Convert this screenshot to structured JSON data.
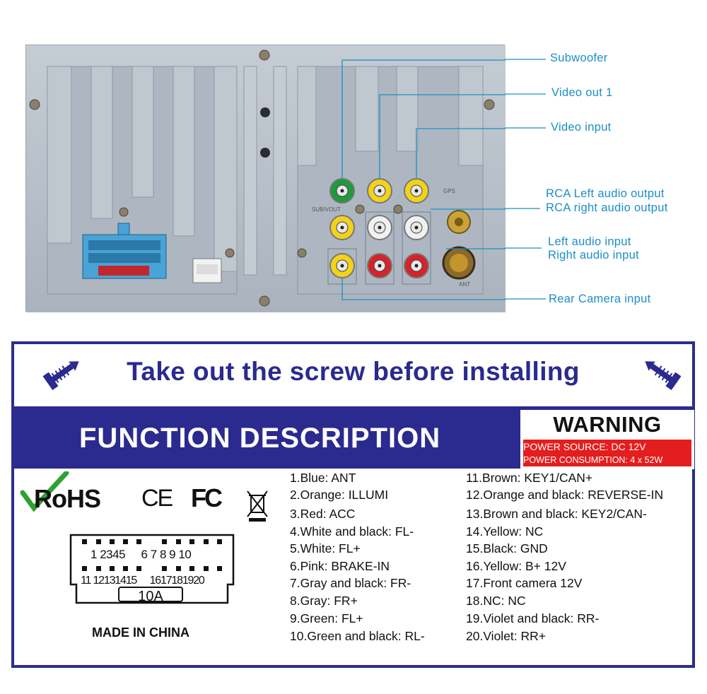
{
  "callouts": {
    "subwoofer": "Subwoofer",
    "video_out": "Video out 1",
    "video_input": "Video input",
    "rca_left": "RCA Left audio output",
    "rca_right": "RCA right audio output",
    "left_audio_in": "Left audio input",
    "right_audio_in": "Right audio input",
    "rear_camera": "Rear Camera input"
  },
  "panel_labels": {
    "gps": "GPS",
    "sub": "SUB/VOUT",
    "ant": "ANT"
  },
  "label": {
    "screw_notice": "Take out the screw before installing",
    "function_title": "FUNCTION DESCRIPTION",
    "warning": {
      "title": "WARNING",
      "line1": "POWER SOURCE: DC 12V",
      "line2": "POWER CONSUMPTION: 4 x 52W"
    },
    "certs": {
      "rohs": "RoHS",
      "ce": "CE",
      "fcc": "FC"
    },
    "connector": {
      "top_pins": [
        "1",
        "2",
        "3",
        "4",
        "5",
        "6",
        "7",
        "8",
        "9",
        "10"
      ],
      "bottom_pins": [
        "11",
        "12",
        "13",
        "14",
        "15",
        "16",
        "17",
        "18",
        "19",
        "20"
      ],
      "fuse": "10A"
    },
    "made_in": "MADE IN CHINA",
    "pins_left": [
      "1.Blue: ANT",
      "2.Orange: ILLUMI",
      "3.Red: ACC",
      "4.White and black: FL-",
      "5.White: FL+",
      "6.Pink: BRAKE-IN",
      "7.Gray and black: FR-",
      "8.Gray: FR+",
      "9.Green: FL+",
      "10.Green and black: RL-"
    ],
    "pins_right": [
      "11.Brown: KEY1/CAN+",
      "12.Orange and black: REVERSE-IN",
      "13.Brown and black: KEY2/CAN-",
      "14.Yellow: NC",
      "15.Black: GND",
      "16.Yellow: B+ 12V",
      "17.Front camera 12V",
      "18.NC: NC",
      "19.Violet and black: RR-",
      "20.Violet: RR+"
    ]
  },
  "colors": {
    "callout": "#1b8fc6",
    "label_blue": "#2b2a8f",
    "warning_red": "#e41e1e",
    "panel_grey": "#b9c1ca",
    "rca_green": "#1f9a3a",
    "rca_yellow": "#f2d21b",
    "rca_white": "#f1f1f1",
    "rca_red": "#d4232a"
  }
}
